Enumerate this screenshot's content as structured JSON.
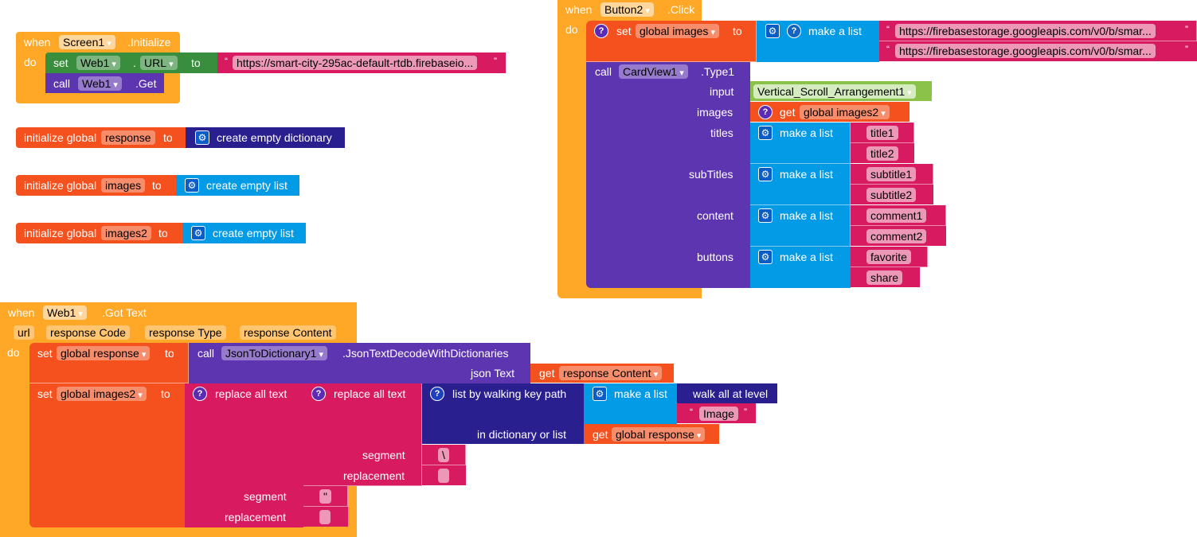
{
  "screen_init": {
    "when": "when",
    "component": "Screen1",
    "event": ".Initialize",
    "do": "do",
    "set": "set",
    "set_component": "Web1",
    "dot": ".",
    "property": "URL",
    "to": "to",
    "url_value": "https://smart-city-295ac-default-rtdb.firebaseio...",
    "call": "call",
    "call_component": "Web1",
    "method": ".Get"
  },
  "globals": [
    {
      "init": "initialize global",
      "name": "response",
      "to": "to",
      "value": "create empty dictionary"
    },
    {
      "init": "initialize global",
      "name": "images",
      "to": "to",
      "value": "create empty list"
    },
    {
      "init": "initialize global",
      "name": "images2",
      "to": "to",
      "value": "create empty list"
    }
  ],
  "button_click": {
    "when": "when",
    "component": "Button2",
    "event": ".Click",
    "do": "do",
    "set": "set",
    "var": "global images",
    "to": "to",
    "make_list": "make a list",
    "urls": [
      "https://firebasestorage.googleapis.com/v0/b/smar...",
      "https://firebasestorage.googleapis.com/v0/b/smar..."
    ],
    "call": "call",
    "call_component": "CardView1",
    "method": ".Type1",
    "input_label": "input",
    "input_value": "Vertical_Scroll_Arrangement1",
    "images_label": "images",
    "get": "get",
    "images_var": "global images2",
    "titles_label": "titles",
    "titles": [
      "title1",
      "title2"
    ],
    "subtitles_label": "subTitles",
    "subtitles": [
      "subtitle1",
      "subtitle2"
    ],
    "content_label": "content",
    "content": [
      "comment1",
      "comment2"
    ],
    "buttons_label": "buttons",
    "buttons": [
      "favorite",
      "share"
    ]
  },
  "got_text": {
    "when": "when",
    "component": "Web1",
    "event": ".Got Text",
    "params": [
      "url",
      "response Code",
      "response Type",
      "response Content"
    ],
    "do": "do",
    "set": "set",
    "var1": "global response",
    "to": "to",
    "call": "call",
    "call_component": "JsonToDictionary1",
    "method": ".JsonTextDecodeWithDictionaries",
    "json_text": "json Text",
    "get": "get",
    "get_var1": "response Content",
    "var2": "global images2",
    "replace_all": "replace all text",
    "walk_path": "list by walking key path",
    "make_list": "make a list",
    "walk_all": "walk all at level",
    "image_str": "Image",
    "in_dict": "in dictionary or list",
    "get_var2": "global response",
    "segment": "segment",
    "replacement": "replacement",
    "seg_inner": "\\",
    "seg_outer": "\"",
    "repl_inner": "",
    "repl_outer": ""
  },
  "quote_open": "“",
  "quote_close": "”"
}
